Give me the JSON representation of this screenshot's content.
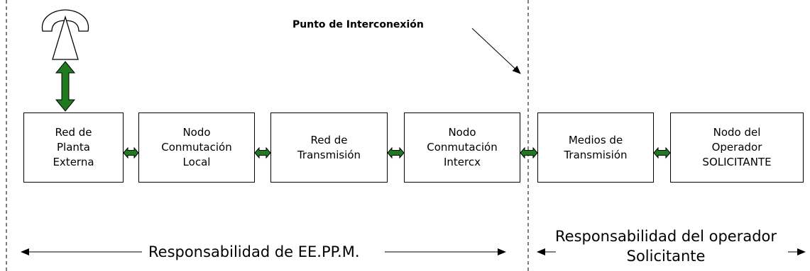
{
  "boxes": [
    {
      "id": "red-planta-externa",
      "label": "Red de\nPlanta\nExterna"
    },
    {
      "id": "nodo-conmutacion-local",
      "label": "Nodo\nConmutación\nLocal"
    },
    {
      "id": "red-transmision",
      "label": "Red de\nTransmisión"
    },
    {
      "id": "nodo-conmutacion-intercx",
      "label": "Nodo\nConmutación\nIntercx"
    },
    {
      "id": "medios-transmision",
      "label": "Medios de\nTransmisión"
    },
    {
      "id": "nodo-operador-solicitante",
      "label": "Nodo del\nOperador\nSOLICITANTE"
    }
  ],
  "interconnection_label": "Punto de Interconexión",
  "responsibility": {
    "left": "Responsabilidad de EE.PP.M.",
    "right": "Responsabilidad del operador\nSolicitante"
  },
  "colors": {
    "connector_fill": "#1f7a1f",
    "connector_stroke": "#000000",
    "lines": "#000000"
  },
  "icons": [
    "telephone-icon"
  ]
}
